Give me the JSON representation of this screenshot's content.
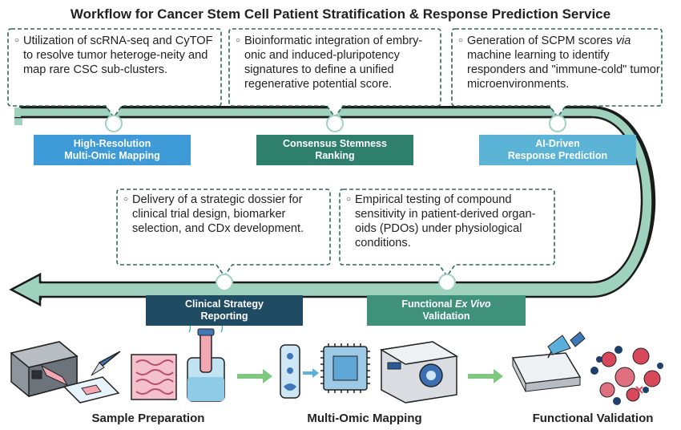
{
  "title": "Workflow for Cancer Stem Cell Patient Stratification & Response Prediction Service",
  "callouts_top": [
    {
      "text": "Utilization of scRNA-seq and CyTOF to resolve tumor heteroge-neity and map rare CSC sub-clusters."
    },
    {
      "text": "Bioinformatic integration of embry-onic and induced-pluripotency signatures to define a unified regenerative potential score."
    },
    {
      "text_pre": "Generation of SCPM scores ",
      "text_em": "via",
      "text_post": " machine learning to identify responders and \"immune-cold\" tumor microenvironments."
    }
  ],
  "callouts_bottom": [
    {
      "text": "Delivery of a strategic dossier for clinical trial design, biomarker selection, and CDx development."
    },
    {
      "text": "Empirical testing of compound sensitivity in patient-derived organ-oids (PDOs) under physiological conditions."
    }
  ],
  "steps_top": [
    {
      "line1": "High-Resolution",
      "line2": "Multi-Omic Mapping",
      "color": "#3E9BD8"
    },
    {
      "line1": "Consensus Stemness",
      "line2": "Ranking",
      "color": "#2E7F6C"
    },
    {
      "line1": "AI-Driven",
      "line2": "Response Prediction",
      "color": "#5BB3D6"
    }
  ],
  "steps_bottom": [
    {
      "line1": "Clinical Strategy",
      "line2": "Reporting",
      "color": "#1F4B63"
    },
    {
      "line1_pre": "Functional ",
      "line1_em": "Ex Vivo",
      "line2": "Validation",
      "color": "#3F9279"
    }
  ],
  "arrow_colors": {
    "fill": "#9FD1BF",
    "outline": "#1B1B1B",
    "dash": "#2F6B55"
  },
  "bottom_stages": [
    {
      "label": "Sample Preparation"
    },
    {
      "label": "Multi-Omic Mapping"
    },
    {
      "label": "Functional Validation"
    }
  ]
}
